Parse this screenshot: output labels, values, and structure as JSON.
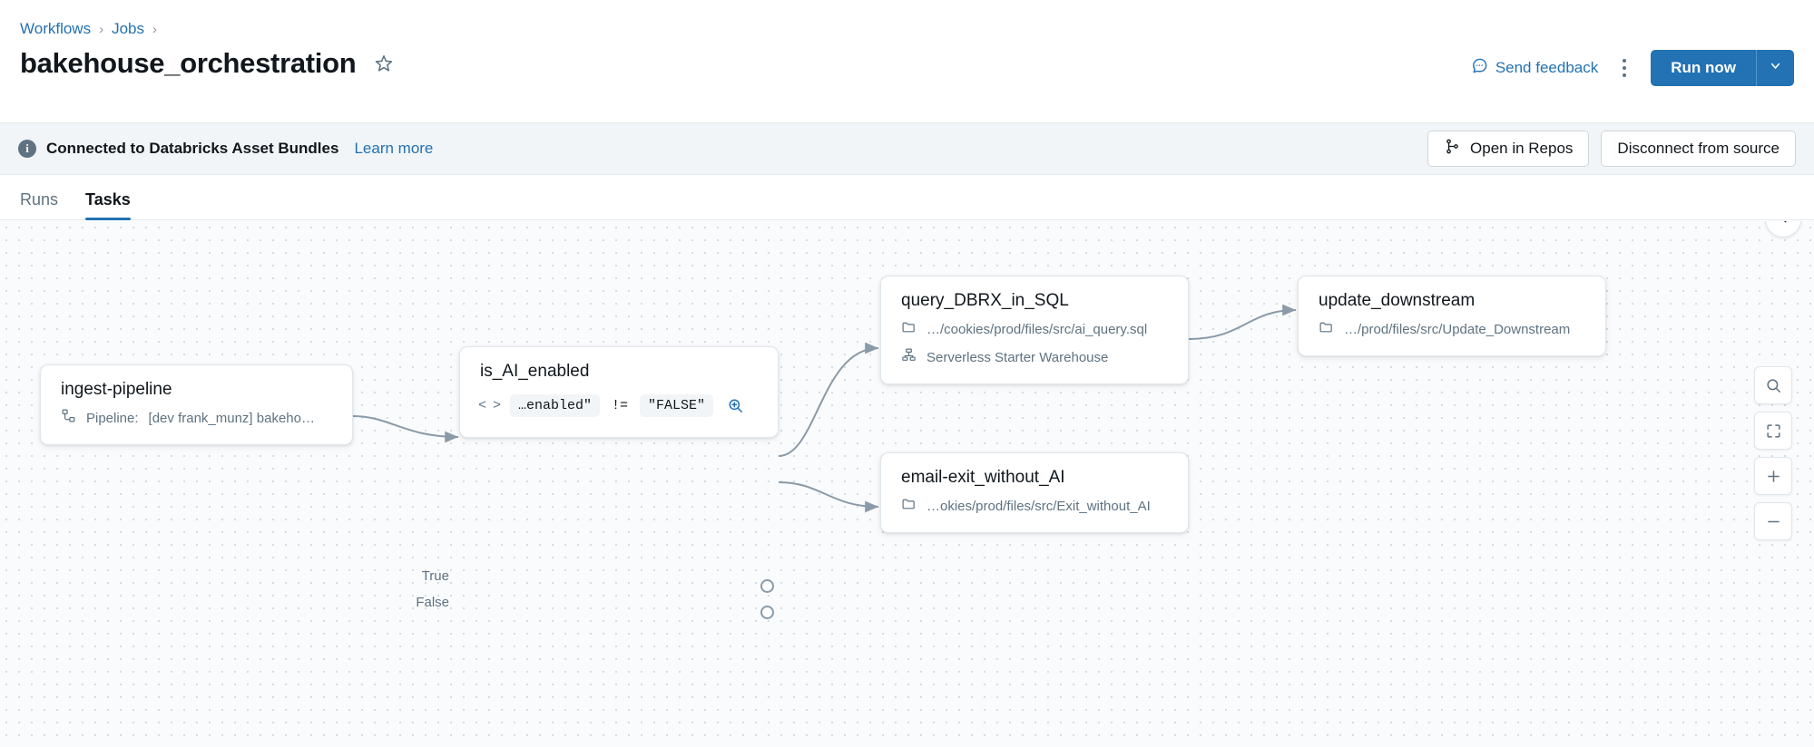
{
  "breadcrumb": {
    "items": [
      "Workflows",
      "Jobs"
    ],
    "separator": "›"
  },
  "header": {
    "title": "bakehouse_orchestration",
    "star_icon": "star-outline-icon",
    "feedback_label": "Send feedback",
    "feedback_icon": "comment-icon",
    "kebab_icon": "kebab-menu-icon",
    "run_label": "Run now",
    "run_chevron_icon": "chevron-down-icon",
    "accent_color": "#2272B4"
  },
  "banner": {
    "info_icon": "info-circle-icon",
    "info_glyph": "i",
    "text": "Connected to Databricks Asset Bundles",
    "link": "Learn more",
    "open_in_repos_label": "Open in Repos",
    "open_in_repos_icon": "git-branch-icon",
    "disconnect_label": "Disconnect from source",
    "background": "#F2F5F7"
  },
  "tabs": [
    {
      "label": "Runs",
      "active": false
    },
    {
      "label": "Tasks",
      "active": true
    }
  ],
  "canvas": {
    "collapse_icon": "chevron-left-icon",
    "controls": [
      {
        "name": "search-canvas-button",
        "icon": "search-icon"
      },
      {
        "name": "fit-to-screen-button",
        "icon": "fit-screen-icon"
      },
      {
        "name": "zoom-in-button",
        "icon": "plus-icon"
      },
      {
        "name": "zoom-out-button",
        "icon": "minus-icon"
      }
    ]
  },
  "graph": {
    "nodes": [
      {
        "id": "ingest-pipeline",
        "title": "ingest-pipeline",
        "meta_icon": "pipeline-icon",
        "meta_label": "Pipeline:",
        "meta_value": "[dev frank_munz] bakeho…"
      },
      {
        "id": "is_AI_enabled",
        "title": "is_AI_enabled",
        "code_icon": "code-brackets-icon",
        "condition_left": "…enabled\"",
        "condition_op": "!=",
        "condition_right": "\"FALSE\"",
        "magnifier_icon": "zoom-in-icon",
        "port_true": "True",
        "port_false": "False"
      },
      {
        "id": "query_DBRX_in_SQL",
        "title": "query_DBRX_in_SQL",
        "path_icon": "folder-icon",
        "path": "…/cookies/prod/files/src/ai_query.sql",
        "compute_icon": "warehouse-icon",
        "compute": "Serverless Starter Warehouse"
      },
      {
        "id": "update_downstream",
        "title": "update_downstream",
        "path_icon": "folder-icon",
        "path": "…/prod/files/src/Update_Downstream"
      },
      {
        "id": "email-exit_without_AI",
        "title": "email-exit_without_AI",
        "path_icon": "folder-icon",
        "path": "…okies/prod/files/src/Exit_without_AI"
      }
    ]
  }
}
